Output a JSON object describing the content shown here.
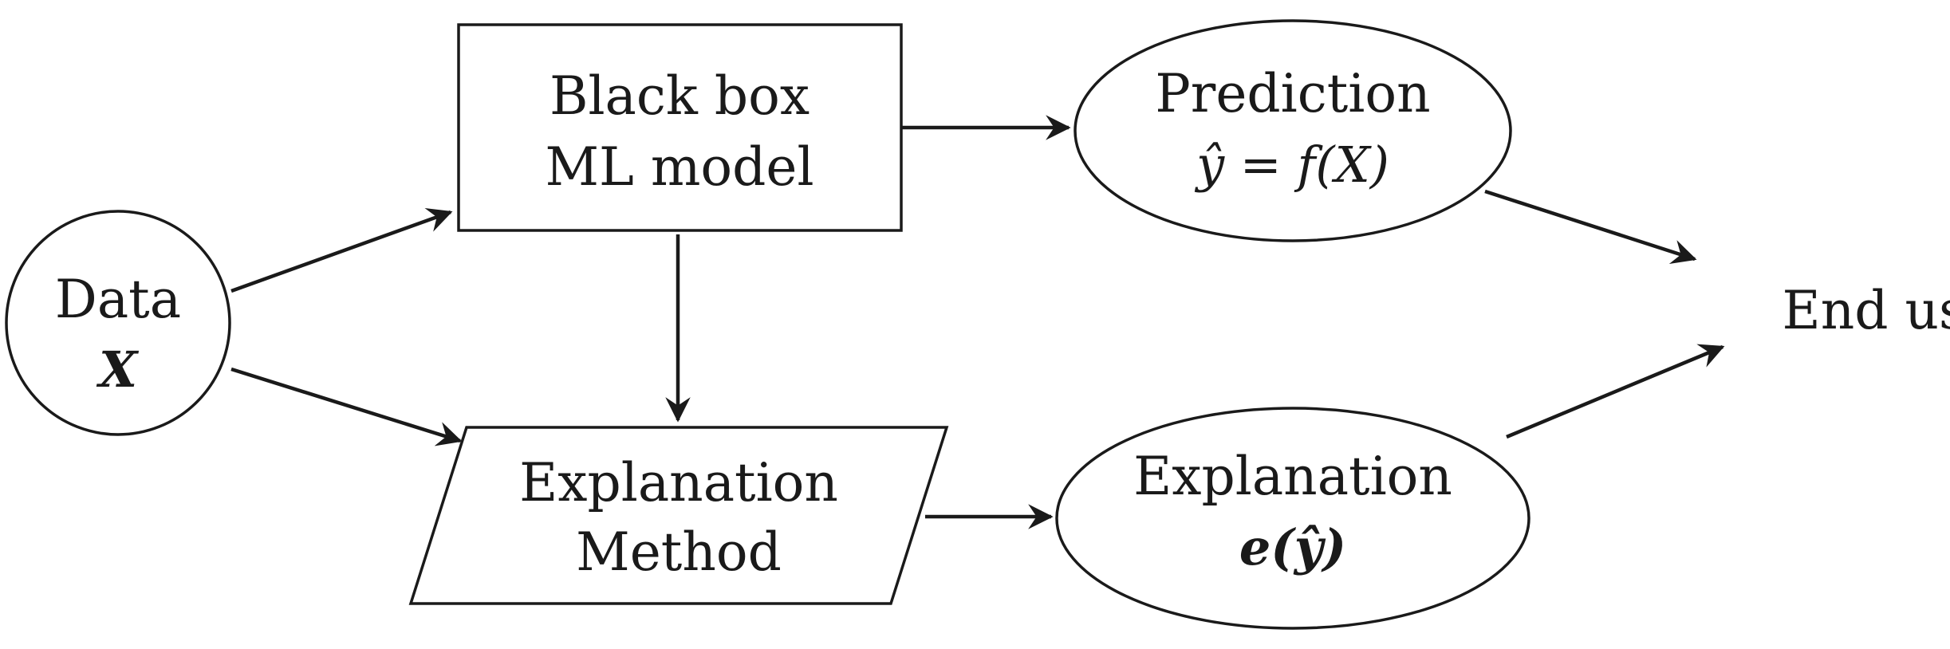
{
  "diagram": {
    "nodes": {
      "data": {
        "line1": "Data",
        "line2": "X"
      },
      "black_box": {
        "line1": "Black box",
        "line2": "ML model"
      },
      "explanation_method": {
        "line1": "Explanation",
        "line2": "Method"
      },
      "prediction": {
        "line1": "Prediction",
        "line2": "ŷ = f(X)"
      },
      "explanation": {
        "line1": "Explanation",
        "line2": "e(ŷ)"
      },
      "end_user": {
        "label": "End user"
      }
    },
    "edges": [
      {
        "from": "Data X",
        "to": "Black box ML model"
      },
      {
        "from": "Data X",
        "to": "Explanation Method"
      },
      {
        "from": "Black box ML model",
        "to": "Explanation Method"
      },
      {
        "from": "Black box ML model",
        "to": "Prediction"
      },
      {
        "from": "Explanation Method",
        "to": "Explanation"
      },
      {
        "from": "Prediction",
        "to": "End user"
      },
      {
        "from": "Explanation",
        "to": "End user"
      }
    ]
  }
}
